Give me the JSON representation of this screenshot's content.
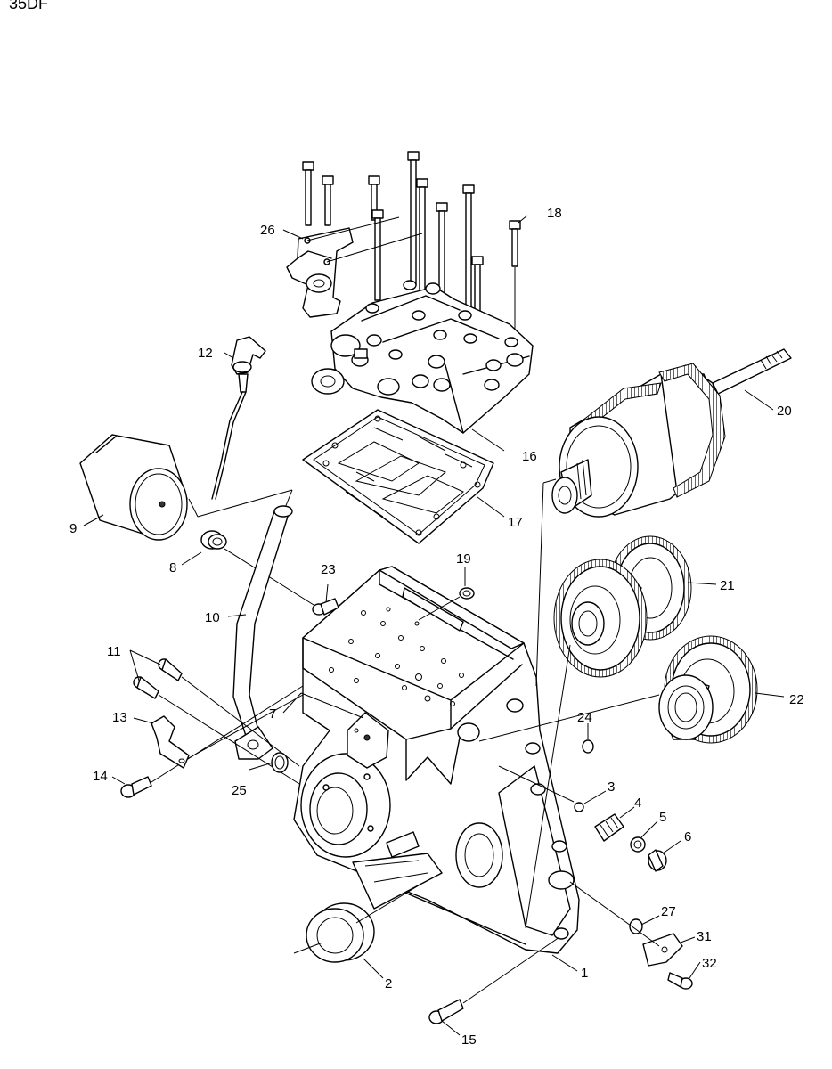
{
  "header": {
    "model": "35DF"
  },
  "callouts": [
    {
      "id": "1",
      "label": "1"
    },
    {
      "id": "2",
      "label": "2"
    },
    {
      "id": "3",
      "label": "3"
    },
    {
      "id": "4",
      "label": "4"
    },
    {
      "id": "5",
      "label": "5"
    },
    {
      "id": "6",
      "label": "6"
    },
    {
      "id": "7",
      "label": "7"
    },
    {
      "id": "8",
      "label": "8"
    },
    {
      "id": "9",
      "label": "9"
    },
    {
      "id": "10",
      "label": "10"
    },
    {
      "id": "11",
      "label": "11"
    },
    {
      "id": "12",
      "label": "12"
    },
    {
      "id": "13",
      "label": "13"
    },
    {
      "id": "14",
      "label": "14"
    },
    {
      "id": "15",
      "label": "15"
    },
    {
      "id": "16",
      "label": "16"
    },
    {
      "id": "17",
      "label": "17"
    },
    {
      "id": "18",
      "label": "18"
    },
    {
      "id": "19",
      "label": "19"
    },
    {
      "id": "20",
      "label": "20"
    },
    {
      "id": "21",
      "label": "21"
    },
    {
      "id": "22",
      "label": "22"
    },
    {
      "id": "23",
      "label": "23"
    },
    {
      "id": "24",
      "label": "24"
    },
    {
      "id": "25",
      "label": "25"
    },
    {
      "id": "26",
      "label": "26"
    },
    {
      "id": "27",
      "label": "27"
    },
    {
      "id": "31",
      "label": "31"
    },
    {
      "id": "32",
      "label": "32"
    }
  ]
}
